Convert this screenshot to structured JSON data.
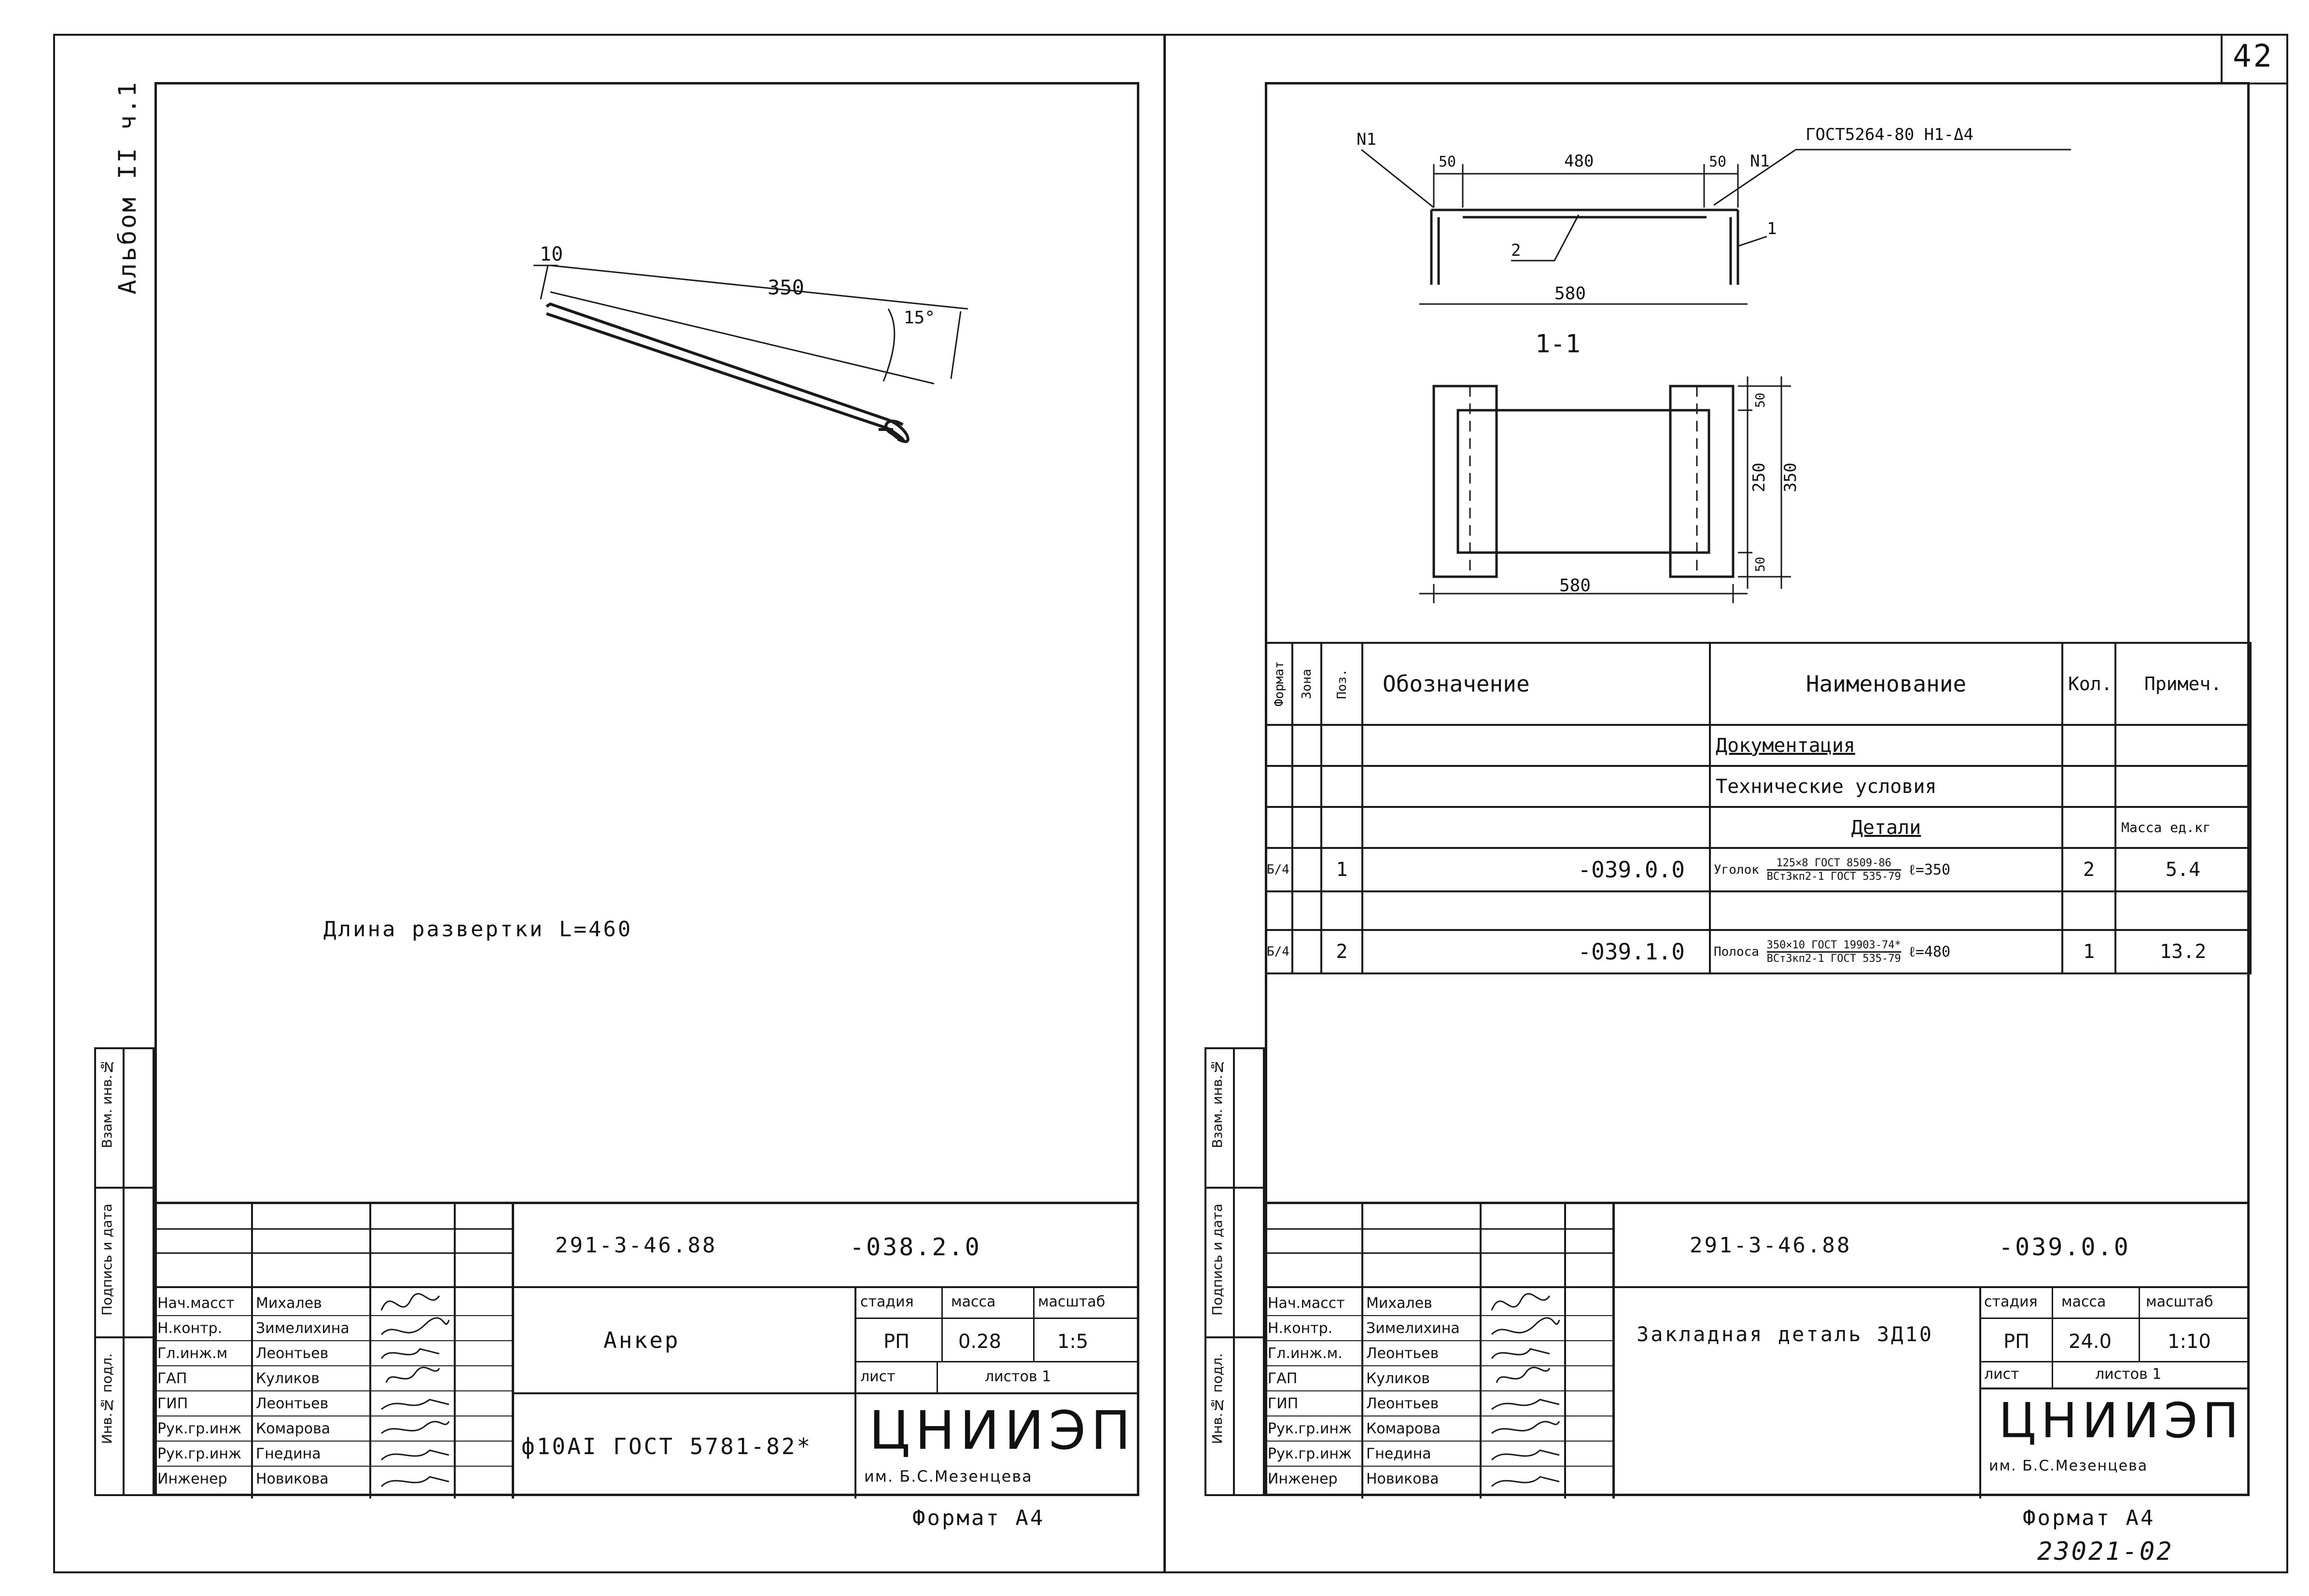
{
  "sheet": {
    "page_number": "42",
    "inventory_number": "23021-02"
  },
  "left_sheet": {
    "album_label": "Альбом II ч.1",
    "development_length": "Длина развертки L=460",
    "dims": {
      "d10": "10",
      "d350": "350",
      "angle": "15°"
    },
    "side_stamp": {
      "vzam": "Взам. инв.№",
      "podpis": "Подпись и дата",
      "inv": "Инв.№ подл."
    },
    "title_block": {
      "doc_code": "291-3-46.88",
      "sheet_code": "-038.2.0",
      "name": "Анкер",
      "material": "ф10АI ГОСТ 5781-82*",
      "stage_h": "стадия",
      "mass_h": "масса",
      "scale_h": "масштаб",
      "stage": "РП",
      "mass": "0.28",
      "scale": "1:5",
      "sheet_h": "лист",
      "sheets_h": "листов 1",
      "org": "ЦНИИЭП",
      "org_sub": "им. Б.С.Мезенцева",
      "roles": [
        "Нач.масст",
        "Н.контр.",
        "Гл.инж.м",
        "ГАП",
        "ГИП",
        "Рук.гр.инж",
        "Рук.гр.инж",
        "Инженер"
      ],
      "people": [
        "Михалев",
        "Зимелихина",
        "Леонтьев",
        "Куликов",
        "Леонтьев",
        "Комарова",
        "Гнедина",
        "Новикова"
      ]
    },
    "format": "Формат А4"
  },
  "right_sheet": {
    "gost_note": "ГОСТ5264-80 Н1-Δ4",
    "n1_left": "N1",
    "n1_right": "N1",
    "dims": {
      "d50a": "50",
      "d480": "480",
      "d50b": "50",
      "d580a": "580",
      "d580b": "580",
      "d350": "350",
      "d250": "250",
      "d50c": "50",
      "d50d": "50"
    },
    "callouts": {
      "c1": "1",
      "c2": "2"
    },
    "section": "1-1",
    "spec_headers": {
      "format": "Формат",
      "zone": "Зона",
      "pos": "Поз.",
      "designation": "Обозначение",
      "name": "Наименование",
      "qty": "Кол.",
      "note": "Примеч."
    },
    "spec_rows": {
      "documentation": "Документация",
      "tech_conditions": "Технические условия",
      "details": "Детали",
      "mass_unit": "Масса ед.кг",
      "r1": {
        "format": "Б/4",
        "pos": "1",
        "designation": "-039.0.0",
        "name": "Уголок",
        "num": "125×8 ГОСТ 8509-86",
        "den": "ВСт3кп2-1 ГОСТ 535-79",
        "len": "ℓ=350",
        "qty": "2",
        "note": "5.4"
      },
      "r2": {
        "format": "Б/4",
        "pos": "2",
        "designation": "-039.1.0",
        "name": "Полоса",
        "num": "350×10 ГОСТ 19903-74*",
        "den": "ВСт3кп2-1 ГОСТ 535-79",
        "len": "ℓ=480",
        "qty": "1",
        "note": "13.2"
      }
    },
    "side_stamp": {
      "vzam": "Взам. инв.№",
      "podpis": "Подпись и дата",
      "inv": "Инв.№ подл."
    },
    "title_block": {
      "doc_code": "291-3-46.88",
      "sheet_code": "-039.0.0",
      "name": "Закладная деталь ЗД10",
      "stage_h": "стадия",
      "mass_h": "масса",
      "scale_h": "масштаб",
      "stage": "РП",
      "mass": "24.0",
      "scale": "1:10",
      "sheet_h": "лист",
      "sheets_h": "листов 1",
      "org": "ЦНИИЭП",
      "org_sub": "им. Б.С.Мезенцева",
      "roles": [
        "Нач.масст",
        "Н.контр.",
        "Гл.инж.м.",
        "ГАП",
        "ГИП",
        "Рук.гр.инж",
        "Рук.гр.инж",
        "Инженер"
      ],
      "people": [
        "Михалев",
        "Зимелихина",
        "Леонтьев",
        "Куликов",
        "Леонтьев",
        "Комарова",
        "Гнедина",
        "Новикова"
      ]
    },
    "format": "Формат А4"
  }
}
